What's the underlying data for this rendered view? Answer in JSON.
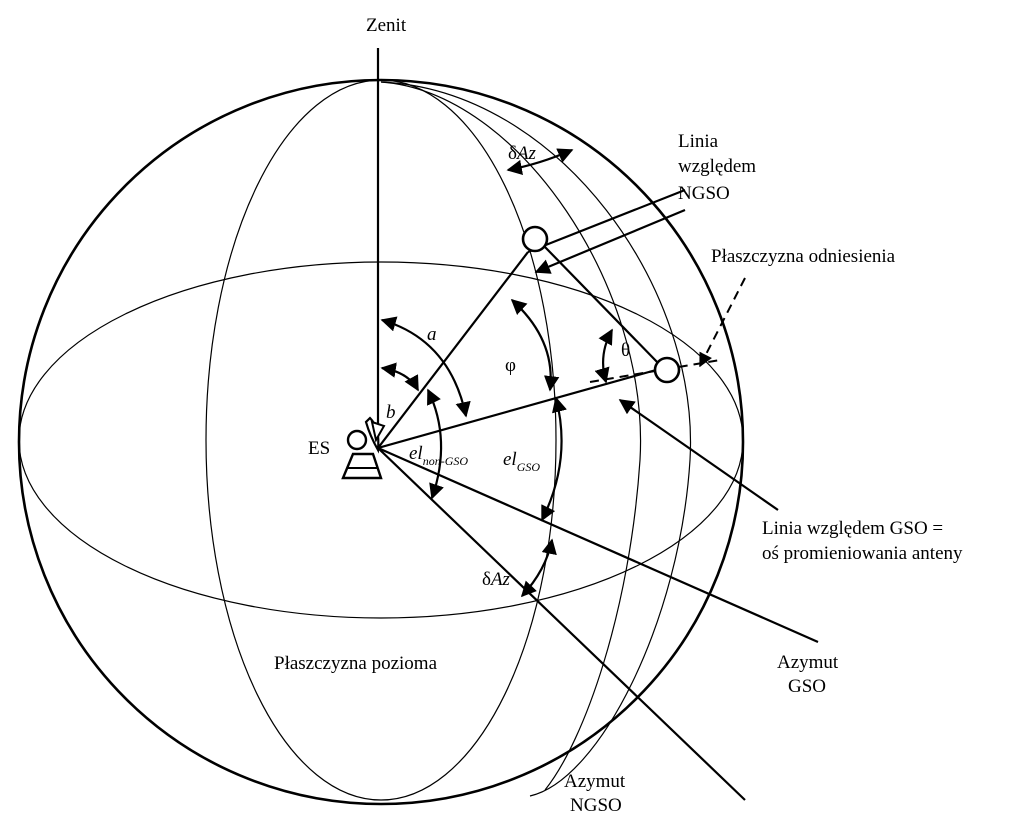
{
  "labels": {
    "zenit": "Zenit",
    "linia_ngso_1": "Linia",
    "linia_ngso_2": "względem",
    "linia_ngso_3": "NGSO",
    "plaszczyzna_odniesienia": "Płaszczyzna odniesienia",
    "es": "ES",
    "a": "a",
    "b": "b",
    "phi": "φ",
    "theta": "θ",
    "el_ngso_main": "el",
    "el_ngso_sub": "non-GSO",
    "el_gso_main": "el",
    "el_gso_sub": "GSO",
    "delta_az_top_greek": "δ",
    "delta_az_top_main": "Az",
    "delta_az_bottom_greek": "δ",
    "delta_az_bottom_main": "Az",
    "linia_gso_1": "Linia  względem  GSO  =",
    "linia_gso_2": "oś promieniowania anteny",
    "plaszczyzna_pozioma": "Płaszczyzna pozioma",
    "azymut_gso_1": "Azymut",
    "azymut_gso_2": "GSO",
    "azymut_ngso_1": "Azymut",
    "azymut_ngso_2": "NGSO"
  }
}
